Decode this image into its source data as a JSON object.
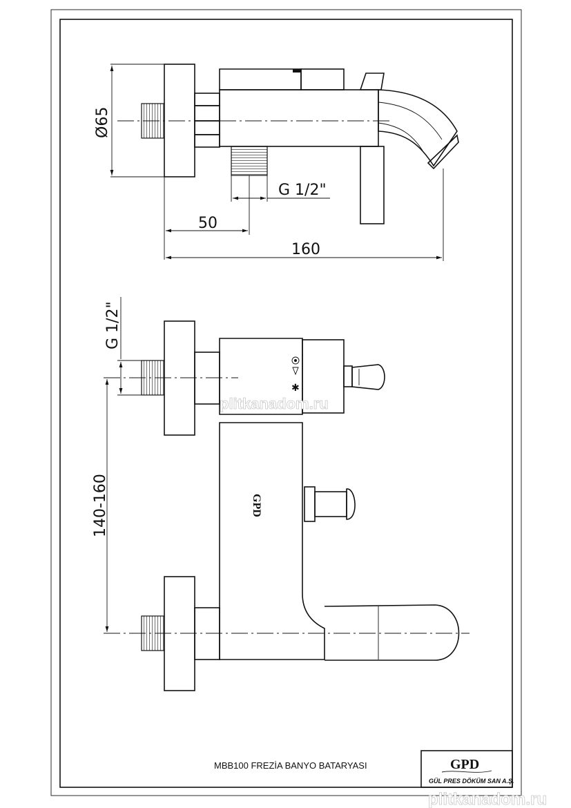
{
  "top_view": {
    "dim_diameter": "Ø65",
    "dim_thread": "G 1/2\"",
    "dim_offset": "50",
    "dim_length": "160"
  },
  "front_view": {
    "dim_thread": "G 1/2\"",
    "dim_spacing": "140-160",
    "body_logo": "GPD"
  },
  "title_block": {
    "product_label": "MBB100   FREZİA BANYO BATARYASI",
    "brand_logo": "GPD",
    "company": "GÜL PRES DÖKÜM SAN A.Ş."
  },
  "watermarks": [
    "plitkanadom.ru",
    "plitkanadom.ru"
  ]
}
